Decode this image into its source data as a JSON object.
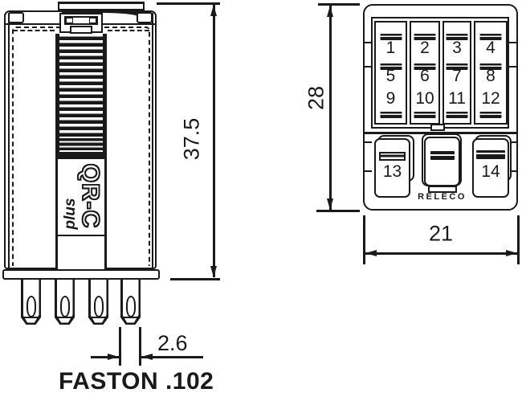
{
  "diagram": {
    "side_view": {
      "product_name": "QR-C",
      "product_suffix": "plus",
      "dim_height": "37.5",
      "dim_pin_width": "2.6",
      "terminal_type_label": "FASTON .102"
    },
    "bottom_view": {
      "dim_height": "28",
      "dim_width": "21",
      "brand": "RELECO",
      "pin_columns": [
        {
          "cells": [
            "1",
            "5",
            "9"
          ]
        },
        {
          "cells": [
            "2",
            "6",
            "10"
          ]
        },
        {
          "cells": [
            "3",
            "7",
            "11"
          ]
        },
        {
          "cells": [
            "4",
            "8",
            "12"
          ]
        }
      ],
      "terminal_13": "13",
      "terminal_14": "14"
    },
    "colors": {
      "line": "#1a1a1a",
      "background": "#ffffff"
    }
  }
}
